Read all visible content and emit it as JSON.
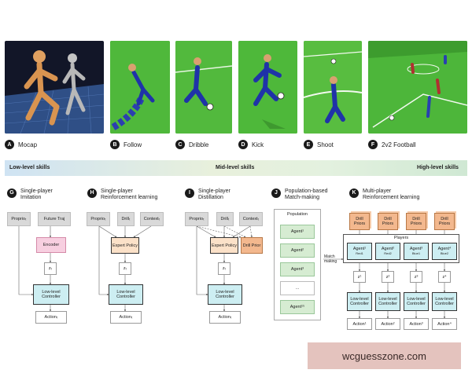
{
  "panels": [
    {
      "letter": "A",
      "label": "Mocap"
    },
    {
      "letter": "B",
      "label": "Follow"
    },
    {
      "letter": "C",
      "label": "Dribble"
    },
    {
      "letter": "D",
      "label": "Kick"
    },
    {
      "letter": "E",
      "label": "Shoot"
    },
    {
      "letter": "F",
      "label": "2v2 Football"
    }
  ],
  "skills": {
    "low": "Low-level skills",
    "mid": "Mid-level skills",
    "high": "High-level skills"
  },
  "sections": [
    {
      "letter": "G",
      "title1": "Single-player",
      "title2": "Imitation"
    },
    {
      "letter": "H",
      "title1": "Single-player",
      "title2": "Reinforcement learning"
    },
    {
      "letter": "I",
      "title1": "Single-player",
      "title2": "Distillation"
    },
    {
      "letter": "J",
      "title1": "Population-based",
      "title2": "Match-making"
    },
    {
      "letter": "K",
      "title1": "Multi-player",
      "title2": "Reinforcement learning"
    }
  ],
  "g": {
    "proprio": "Proprioₜ",
    "traj": "Future Traj",
    "encoder": "Encoder",
    "z": "zₜ",
    "controller": "Low-level Controller",
    "action": "Actionₜ"
  },
  "h": {
    "proprio": "Proprioₜ",
    "drill": "Drillₜ",
    "context": "Contextₜ",
    "expert": "Expert Policy",
    "z": "zₜ",
    "controller": "Low-level Controller",
    "action": "Actionₜ"
  },
  "i": {
    "proprio": "Proprioₜ",
    "drill": "Drillₜ",
    "context": "Contextₜ",
    "expert": "Expert Policy",
    "prior": "Drill Prior",
    "z": "zₜ",
    "controller": "Low-level Controller",
    "action": "Actionₜ"
  },
  "j": {
    "population": "Population",
    "agents": [
      "Agent¹",
      "Agent²",
      "Agent³",
      "...",
      "Agent¹⁵"
    ]
  },
  "k": {
    "prior": "Drill Priors",
    "players": "Players",
    "match": "Match making",
    "agents": [
      {
        "name": "Agent¹",
        "team": "Red1"
      },
      {
        "name": "Agent²",
        "team": "Red2"
      },
      {
        "name": "Agent³",
        "team": "Blue1"
      },
      {
        "name": "Agent⁴",
        "team": "Blue2"
      }
    ],
    "z": [
      "z¹",
      "z²",
      "z³",
      "z⁴"
    ],
    "controller": "Low-level Controller",
    "action": [
      "Action¹",
      "Action²",
      "Action³",
      "Action⁴"
    ]
  },
  "watermark": "wcguesszone.com",
  "colors": {
    "field": "#3fa62f",
    "mocap_bg": "#1a1f3c",
    "pink": "#f7cfe0",
    "cyan": "#cdeef2",
    "peach": "#fbe1c8",
    "orange": "#f3b88e"
  }
}
